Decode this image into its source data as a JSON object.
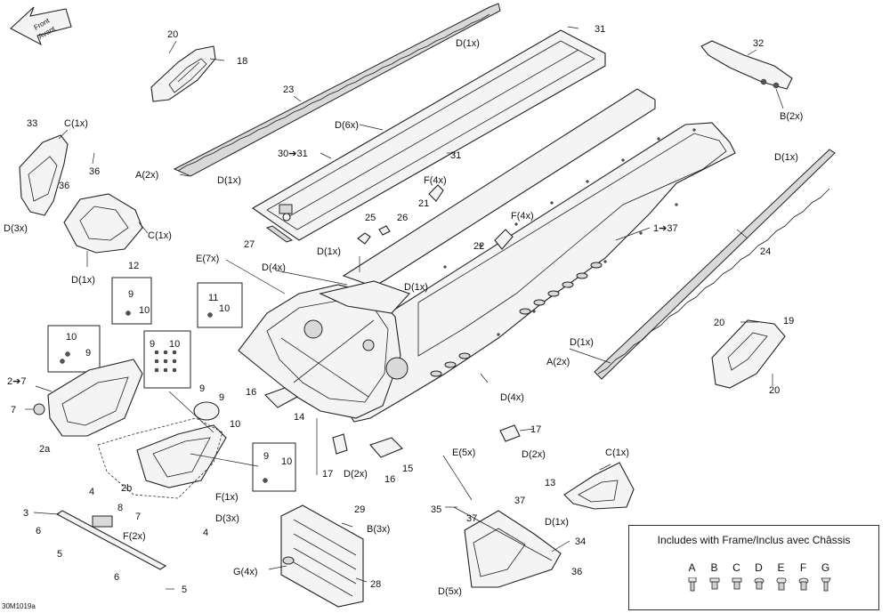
{
  "front_arrow": {
    "line1": "Front",
    "line2": "Avant"
  },
  "figure_code": "30M1019a",
  "legend": {
    "title": "Includes with Frame/Inclus avec Châssis",
    "letters": [
      "A",
      "B",
      "C",
      "D",
      "E",
      "F",
      "G"
    ]
  },
  "labels": [
    {
      "id": "c1",
      "text": "D(1x)"
    },
    {
      "id": "c2",
      "text": "31"
    },
    {
      "id": "c3",
      "text": "20"
    },
    {
      "id": "c4",
      "text": "18"
    },
    {
      "id": "c5",
      "text": "32"
    },
    {
      "id": "c6",
      "text": "B(2x)"
    },
    {
      "id": "c7",
      "text": "23"
    },
    {
      "id": "c8",
      "text": "D(6x)"
    },
    {
      "id": "c9",
      "text": "33"
    },
    {
      "id": "c10",
      "text": "C(1x)"
    },
    {
      "id": "c11",
      "text": "36"
    },
    {
      "id": "c12",
      "text": "36"
    },
    {
      "id": "c13",
      "text": "A(2x)"
    },
    {
      "id": "c14",
      "text": "D(1x)"
    },
    {
      "id": "c15",
      "text": "30➔31"
    },
    {
      "id": "c16",
      "text": "31"
    },
    {
      "id": "c17",
      "text": "D(3x)"
    },
    {
      "id": "c18",
      "text": "C(1x)"
    },
    {
      "id": "c19",
      "text": "12"
    },
    {
      "id": "c20",
      "text": "D(1x)"
    },
    {
      "id": "c21",
      "text": "21"
    },
    {
      "id": "c22",
      "text": "F(4x)"
    },
    {
      "id": "c23",
      "text": "25"
    },
    {
      "id": "c24",
      "text": "26"
    },
    {
      "id": "c25",
      "text": "F(4x)"
    },
    {
      "id": "c26",
      "text": "22"
    },
    {
      "id": "c27",
      "text": "27"
    },
    {
      "id": "c28",
      "text": "1➔37"
    },
    {
      "id": "c29",
      "text": "D(1x)"
    },
    {
      "id": "c30",
      "text": "24"
    },
    {
      "id": "c31",
      "text": "E(7x)"
    },
    {
      "id": "c32",
      "text": "D(4x)"
    },
    {
      "id": "c33",
      "text": "D(1x)"
    },
    {
      "id": "c34",
      "text": "D(1x)"
    },
    {
      "id": "c35",
      "text": "9"
    },
    {
      "id": "c36",
      "text": "10"
    },
    {
      "id": "c37",
      "text": "11"
    },
    {
      "id": "c38",
      "text": "10"
    },
    {
      "id": "c39",
      "text": "20"
    },
    {
      "id": "c40",
      "text": "19"
    },
    {
      "id": "c41",
      "text": "10"
    },
    {
      "id": "c42",
      "text": "9"
    },
    {
      "id": "c43",
      "text": "9"
    },
    {
      "id": "c44",
      "text": "10"
    },
    {
      "id": "c45",
      "text": "D(1x)"
    },
    {
      "id": "c46",
      "text": "A(2x)"
    },
    {
      "id": "c47",
      "text": "2➔7"
    },
    {
      "id": "c48",
      "text": "7"
    },
    {
      "id": "c49",
      "text": "9"
    },
    {
      "id": "c50",
      "text": "9"
    },
    {
      "id": "c51",
      "text": "16"
    },
    {
      "id": "c52",
      "text": "10"
    },
    {
      "id": "c53",
      "text": "14"
    },
    {
      "id": "c54",
      "text": "D(4x)"
    },
    {
      "id": "c55",
      "text": "20"
    },
    {
      "id": "c56",
      "text": "2a"
    },
    {
      "id": "c57",
      "text": "17"
    },
    {
      "id": "c58",
      "text": "9"
    },
    {
      "id": "c59",
      "text": "10"
    },
    {
      "id": "c60",
      "text": "E(5x)"
    },
    {
      "id": "c61",
      "text": "D(2x)"
    },
    {
      "id": "c62",
      "text": "17"
    },
    {
      "id": "c63",
      "text": "D(2x)"
    },
    {
      "id": "c64",
      "text": "15"
    },
    {
      "id": "c65",
      "text": "16"
    },
    {
      "id": "c66",
      "text": "C(1x)"
    },
    {
      "id": "c67",
      "text": "4"
    },
    {
      "id": "c68",
      "text": "2b"
    },
    {
      "id": "c69",
      "text": "F(1x)"
    },
    {
      "id": "c70",
      "text": "13"
    },
    {
      "id": "c71",
      "text": "8"
    },
    {
      "id": "c72",
      "text": "3"
    },
    {
      "id": "c73",
      "text": "7"
    },
    {
      "id": "c74",
      "text": "D(3x)"
    },
    {
      "id": "c75",
      "text": "D(1x)"
    },
    {
      "id": "c76",
      "text": "6"
    },
    {
      "id": "c77",
      "text": "F(2x)"
    },
    {
      "id": "c78",
      "text": "4"
    },
    {
      "id": "c79",
      "text": "29"
    },
    {
      "id": "c80",
      "text": "35"
    },
    {
      "id": "c81",
      "text": "37"
    },
    {
      "id": "c82",
      "text": "37"
    },
    {
      "id": "c83",
      "text": "B(3x)"
    },
    {
      "id": "c84",
      "text": "34"
    },
    {
      "id": "c85",
      "text": "5"
    },
    {
      "id": "c86",
      "text": "G(4x)"
    },
    {
      "id": "c87",
      "text": "6"
    },
    {
      "id": "c88",
      "text": "28"
    },
    {
      "id": "c89",
      "text": "36"
    },
    {
      "id": "c90",
      "text": "5"
    },
    {
      "id": "c91",
      "text": "D(5x)"
    }
  ]
}
